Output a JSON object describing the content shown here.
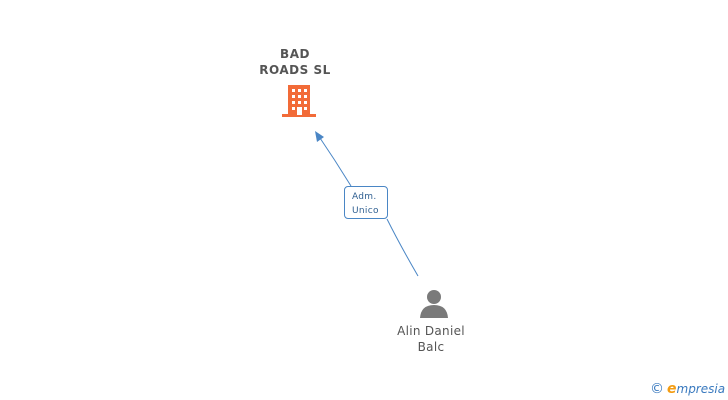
{
  "company": {
    "name_line1": "BAD",
    "name_line2": "ROADS SL",
    "icon": "building-icon",
    "color": "#f26b38"
  },
  "person": {
    "name_line1": "Alin Daniel",
    "name_line2": "Balc",
    "icon": "person-icon",
    "color": "#7a7a7a"
  },
  "relation": {
    "role_line1": "Adm.",
    "role_line2": "Unico",
    "line_color": "#4a86c5"
  },
  "brand": {
    "copyright_symbol": "©",
    "logo_initial": "e",
    "logo_rest": "mpresia"
  }
}
